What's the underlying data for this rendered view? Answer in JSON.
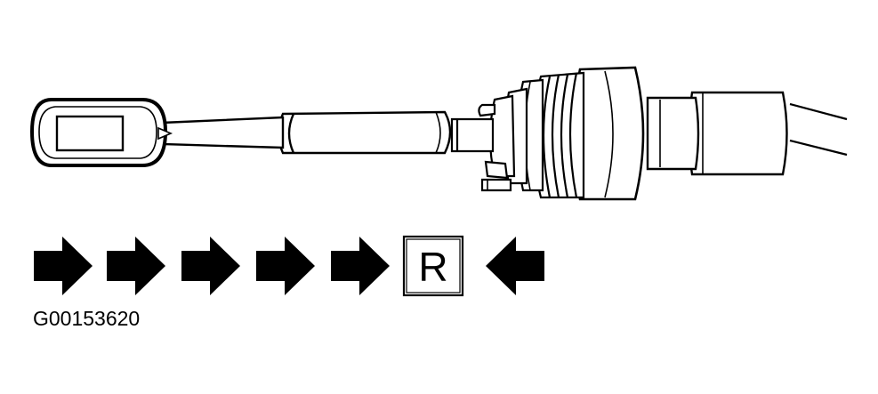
{
  "figure": {
    "id_label": "G00153620",
    "key_letter": "R",
    "line_color": "#000000",
    "background": "#ffffff"
  },
  "icons": {
    "arrow_right": "arrow-right-icon",
    "arrow_left": "arrow-left-icon",
    "key_box": "letter-r-box"
  }
}
